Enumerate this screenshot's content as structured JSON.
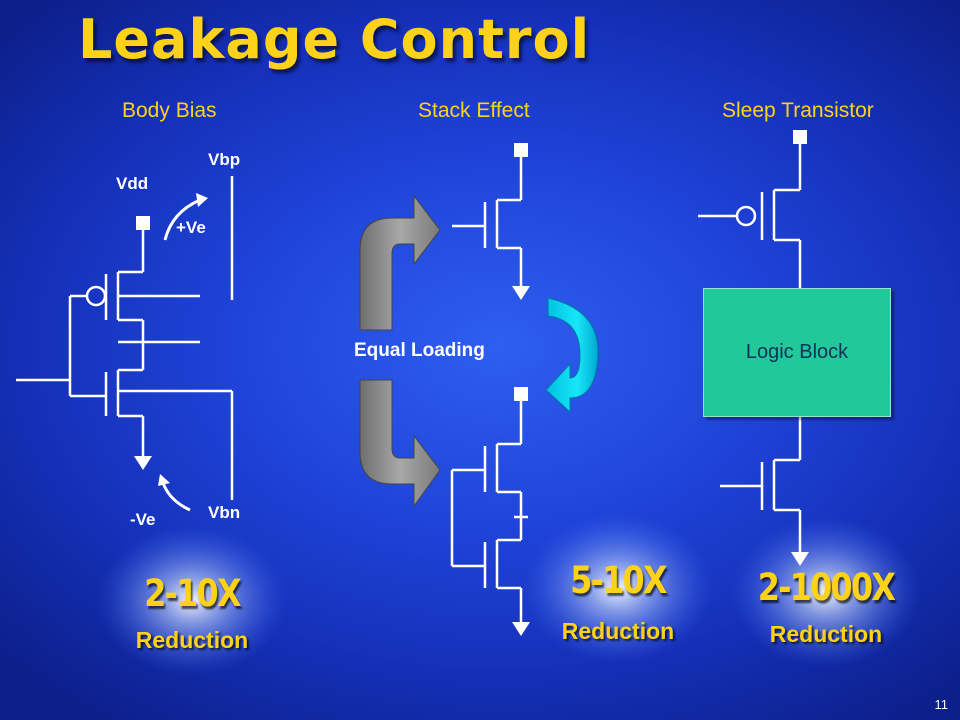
{
  "slide": {
    "title": "Leakage Control",
    "page_number": "11"
  },
  "columns": {
    "body_bias": {
      "heading": "Body Bias",
      "vdd": "Vdd",
      "vbp": "Vbp",
      "plus_ve": "+Ve",
      "minus_ve": "-Ve",
      "vbn": "Vbn",
      "reduction_value": "2-10X",
      "reduction_label": "Reduction"
    },
    "stack_effect": {
      "heading": "Stack Effect",
      "equal_loading": "Equal Loading",
      "reduction_value": "5-10X",
      "reduction_label": "Reduction"
    },
    "sleep_transistor": {
      "heading": "Sleep Transistor",
      "logic_block": "Logic Block",
      "reduction_value": "2-1000X",
      "reduction_label": "Reduction"
    }
  },
  "colors": {
    "background": "#1f43d8",
    "title": "#ffd21a",
    "logic_block": "#22c79a",
    "arrow_gray": "#8a8a8a",
    "arrow_cyan": "#00d8ee"
  }
}
